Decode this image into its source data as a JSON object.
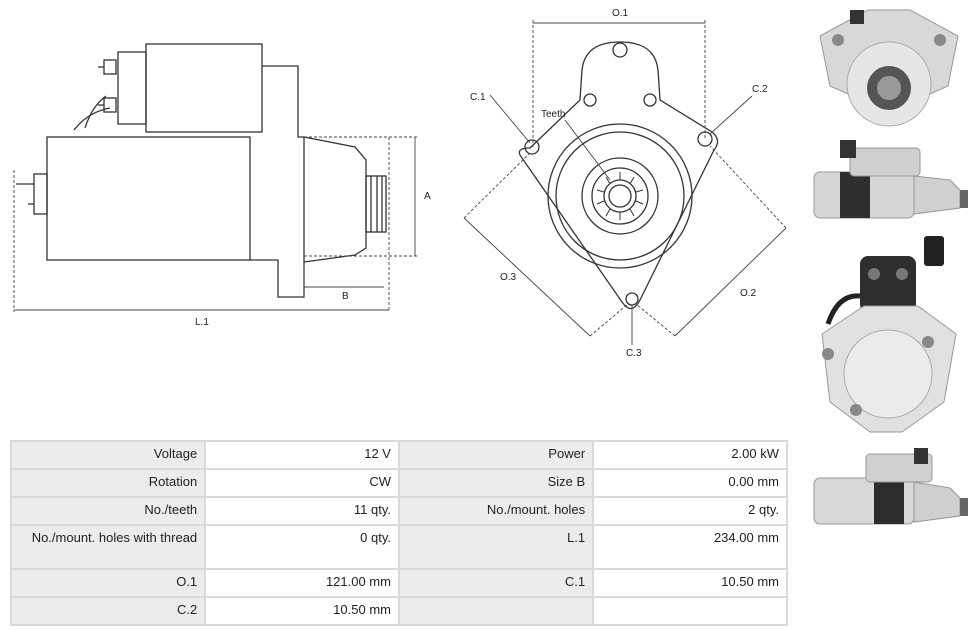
{
  "diagram": {
    "labels": {
      "L1": "L.1",
      "A": "A",
      "B": "B",
      "O1": "O.1",
      "O2": "O.2",
      "O3": "O.3",
      "C1": "C.1",
      "C2": "C.2",
      "C3": "C.3",
      "teeth": "Teeth"
    }
  },
  "photos": [
    {
      "name": "front-view-photo"
    },
    {
      "name": "side-view-photo-top"
    },
    {
      "name": "rear-view-photo"
    },
    {
      "name": "side-view-photo-bottom"
    }
  ],
  "specs": [
    {
      "l1": "Voltage",
      "v1": "12 V",
      "l2": "Power",
      "v2": "2.00 kW"
    },
    {
      "l1": "Rotation",
      "v1": "CW",
      "l2": "Size B",
      "v2": "0.00 mm"
    },
    {
      "l1": "No./teeth",
      "v1": "11 qty.",
      "l2": "No./mount. holes",
      "v2": "2 qty."
    },
    {
      "l1": "No./mount. holes with thread",
      "v1": "0 qty.",
      "l2": "L.1",
      "v2": "234.00 mm"
    },
    {
      "l1": "O.1",
      "v1": "121.00 mm",
      "l2": "C.1",
      "v2": "10.50 mm"
    },
    {
      "l1": "C.2",
      "v1": "10.50 mm",
      "l2": "",
      "v2": ""
    }
  ]
}
